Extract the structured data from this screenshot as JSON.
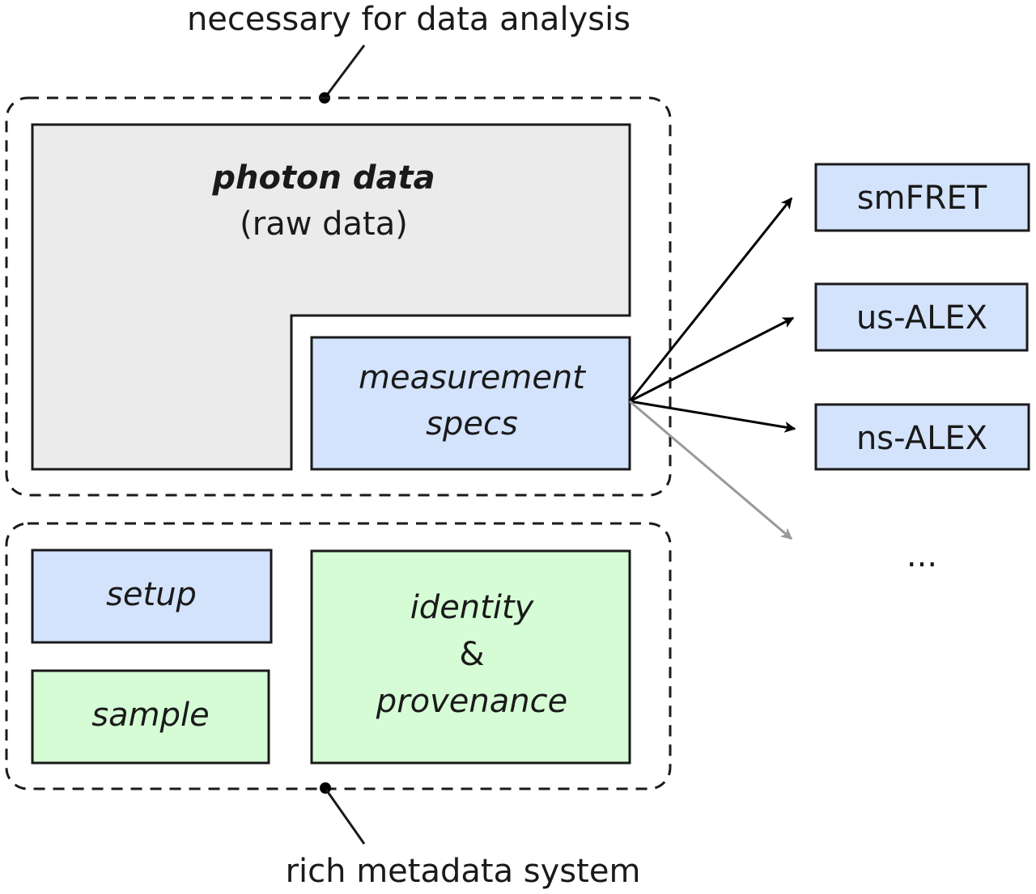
{
  "annotations": {
    "top": "necessary for data analysis",
    "bottom": "rich metadata system"
  },
  "photon_data": {
    "title": "photon data",
    "subtitle": "(raw data)"
  },
  "measurement_specs": {
    "line1": "measurement",
    "line2": "specs"
  },
  "targets": [
    {
      "label": "smFRET"
    },
    {
      "label": "us-ALEX"
    },
    {
      "label": "ns-ALEX"
    },
    {
      "label": "..."
    }
  ],
  "metadata": {
    "setup": "setup",
    "sample": "sample",
    "identity_line1": "identity",
    "identity_line2": "&",
    "identity_line3": "provenance"
  },
  "colors": {
    "photon_fill": "#ebebeb",
    "blue_fill": "#d4e3fc",
    "green_fill": "#d6fcd6",
    "arrow_grey": "#999999"
  }
}
